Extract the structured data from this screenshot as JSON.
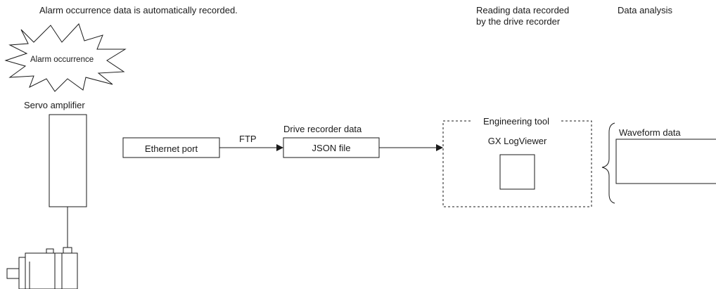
{
  "captions": {
    "alarm_auto_record": "Alarm occurrence data is automatically recorded.",
    "reading_line1": "Reading data recorded",
    "reading_line2": "by the drive recorder",
    "data_analysis": "Data analysis"
  },
  "alarm_burst": {
    "label": "Alarm occurrence"
  },
  "servo": {
    "label": "Servo amplifier"
  },
  "ethernet": {
    "label": "Ethernet port"
  },
  "ftp": {
    "label": "FTP"
  },
  "drive_recorder": {
    "title": "Drive recorder data",
    "file_label": "JSON file"
  },
  "engineering_tool": {
    "title": "Engineering tool",
    "app_label": "GX LogViewer"
  },
  "waveform": {
    "label": "Waveform data"
  }
}
